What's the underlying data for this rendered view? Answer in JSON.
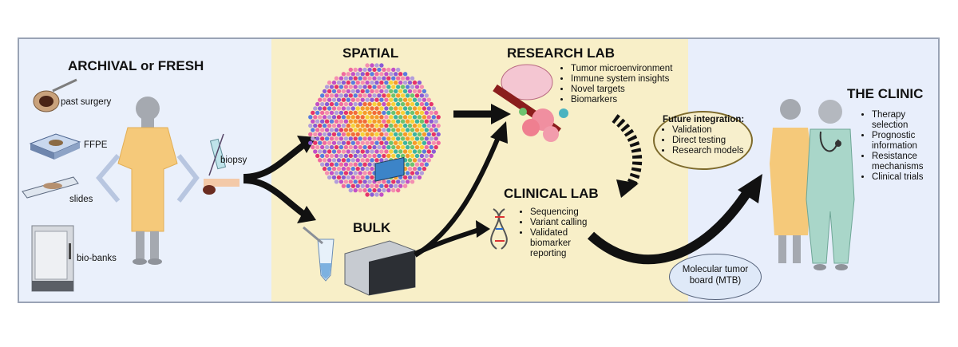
{
  "sections": {
    "archival": {
      "title": "ARCHIVAL or FRESH",
      "items": [
        "past surgery",
        "FFPE",
        "slides",
        "bio-banks"
      ],
      "biopsy_label": "biopsy"
    },
    "spatial": {
      "title": "SPATIAL"
    },
    "bulk": {
      "title": "BULK"
    },
    "research_lab": {
      "title": "RESEARCH LAB",
      "bullets": [
        "Tumor microenvironment",
        "Immune system insights",
        "Novel targets",
        "Biomarkers"
      ]
    },
    "clinical_lab": {
      "title": "CLINICAL LAB",
      "bullets": [
        "Sequencing",
        "Variant calling",
        "Validated biomarker reporting"
      ]
    },
    "future_integration": {
      "title": "Future integration:",
      "bullets": [
        "Validation",
        "Direct testing",
        "Research models"
      ]
    },
    "mtb": {
      "label": "Molecular tumor board (MTB)"
    },
    "clinic": {
      "title": "THE CLINIC",
      "bullets": [
        "Therapy selection",
        "Prognostic information",
        "Resistance mechanisms",
        "Clinical trials"
      ]
    }
  },
  "colors": {
    "frame_bg": "#eaf0fb",
    "center_bg": "#f8efc8",
    "arrow": "#111111",
    "gown": "#f5c97a",
    "scrubs": "#a9d6c9",
    "ellipse_fill": "#f7efcc",
    "mtb_fill": "#dfe9f8"
  }
}
